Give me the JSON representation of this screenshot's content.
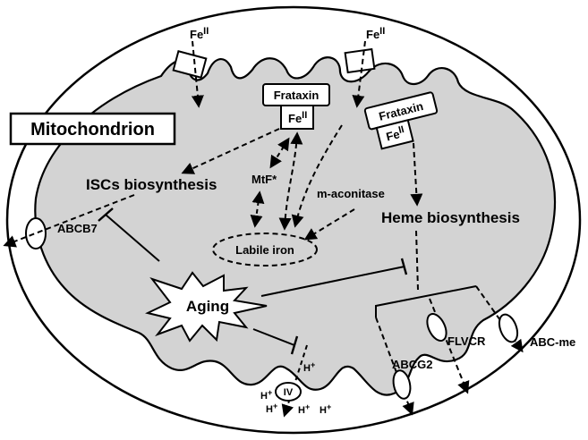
{
  "title": "Mitochondrion",
  "iron_in": [
    "Fe",
    "Fe"
  ],
  "iron_sup": "II",
  "frataxin": [
    "Frataxin",
    "Frataxin"
  ],
  "frataxin_fe": [
    "Fe",
    "Fe"
  ],
  "labels": {
    "iscs": "ISCs biosynthesis",
    "mtf": "MtF*",
    "maconitase": "m-aconitase",
    "labile_iron": "Labile iron",
    "heme": "Heme biosynthesis",
    "aging": "Aging",
    "abcb7": "ABCB7",
    "abcg2": "ABCG2",
    "flvcr": "FLVCR",
    "abcme": "ABC-me",
    "complex_iv": "IV",
    "proton": "H",
    "proton_sup": "+"
  }
}
